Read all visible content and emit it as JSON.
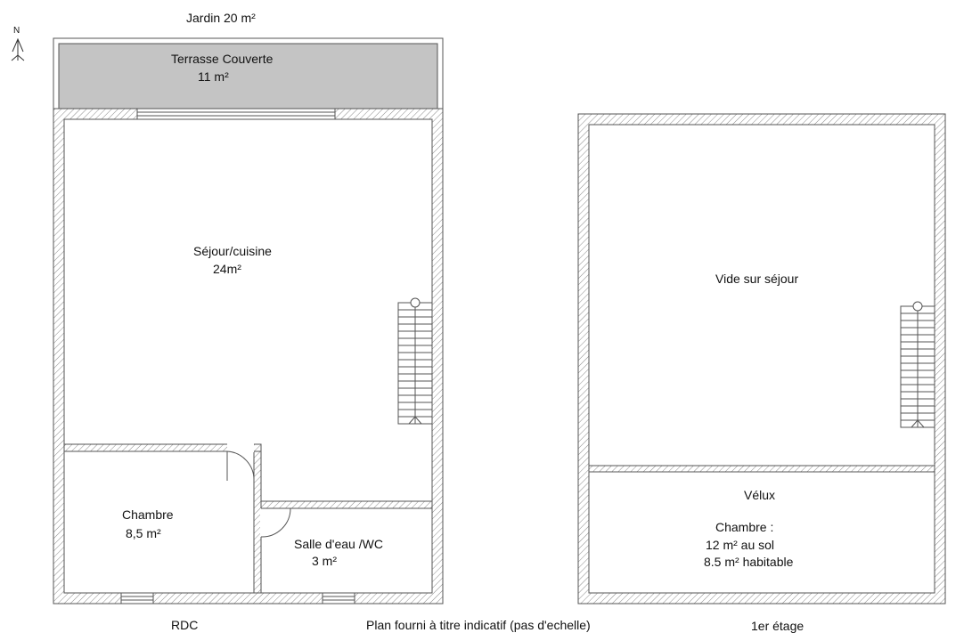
{
  "labels": {
    "garden": "Jardin 20 m²",
    "terrace_name": "Terrasse Couverte",
    "terrace_area": "11 m²",
    "living_name": "Séjour/cuisine",
    "living_area": "24m²",
    "bedroom_name": "Chambre",
    "bedroom_area": "8,5 m²",
    "bathroom_name": "Salle d'eau /WC",
    "bathroom_area": "3 m²",
    "void_name": "Vide sur séjour",
    "velux": "Vélux",
    "upper_bedroom_name": "Chambre :",
    "upper_bedroom_floor": "12 m² au sol",
    "upper_bedroom_habitable": "8.5 m² habitable",
    "ground_floor": "RDC",
    "disclaimer": "Plan fourni à titre indicatif (pas d'echelle)",
    "first_floor": "1er étage",
    "north": "N"
  },
  "icons": {
    "compass": "north-arrow-icon",
    "door": "door-swing-icon",
    "window": "window-icon",
    "stairs": "staircase-icon"
  },
  "colors": {
    "wall_line": "#555555",
    "hatch": "#8a8a8a",
    "terrace_fill": "#c4c4c4",
    "text": "#111111"
  }
}
